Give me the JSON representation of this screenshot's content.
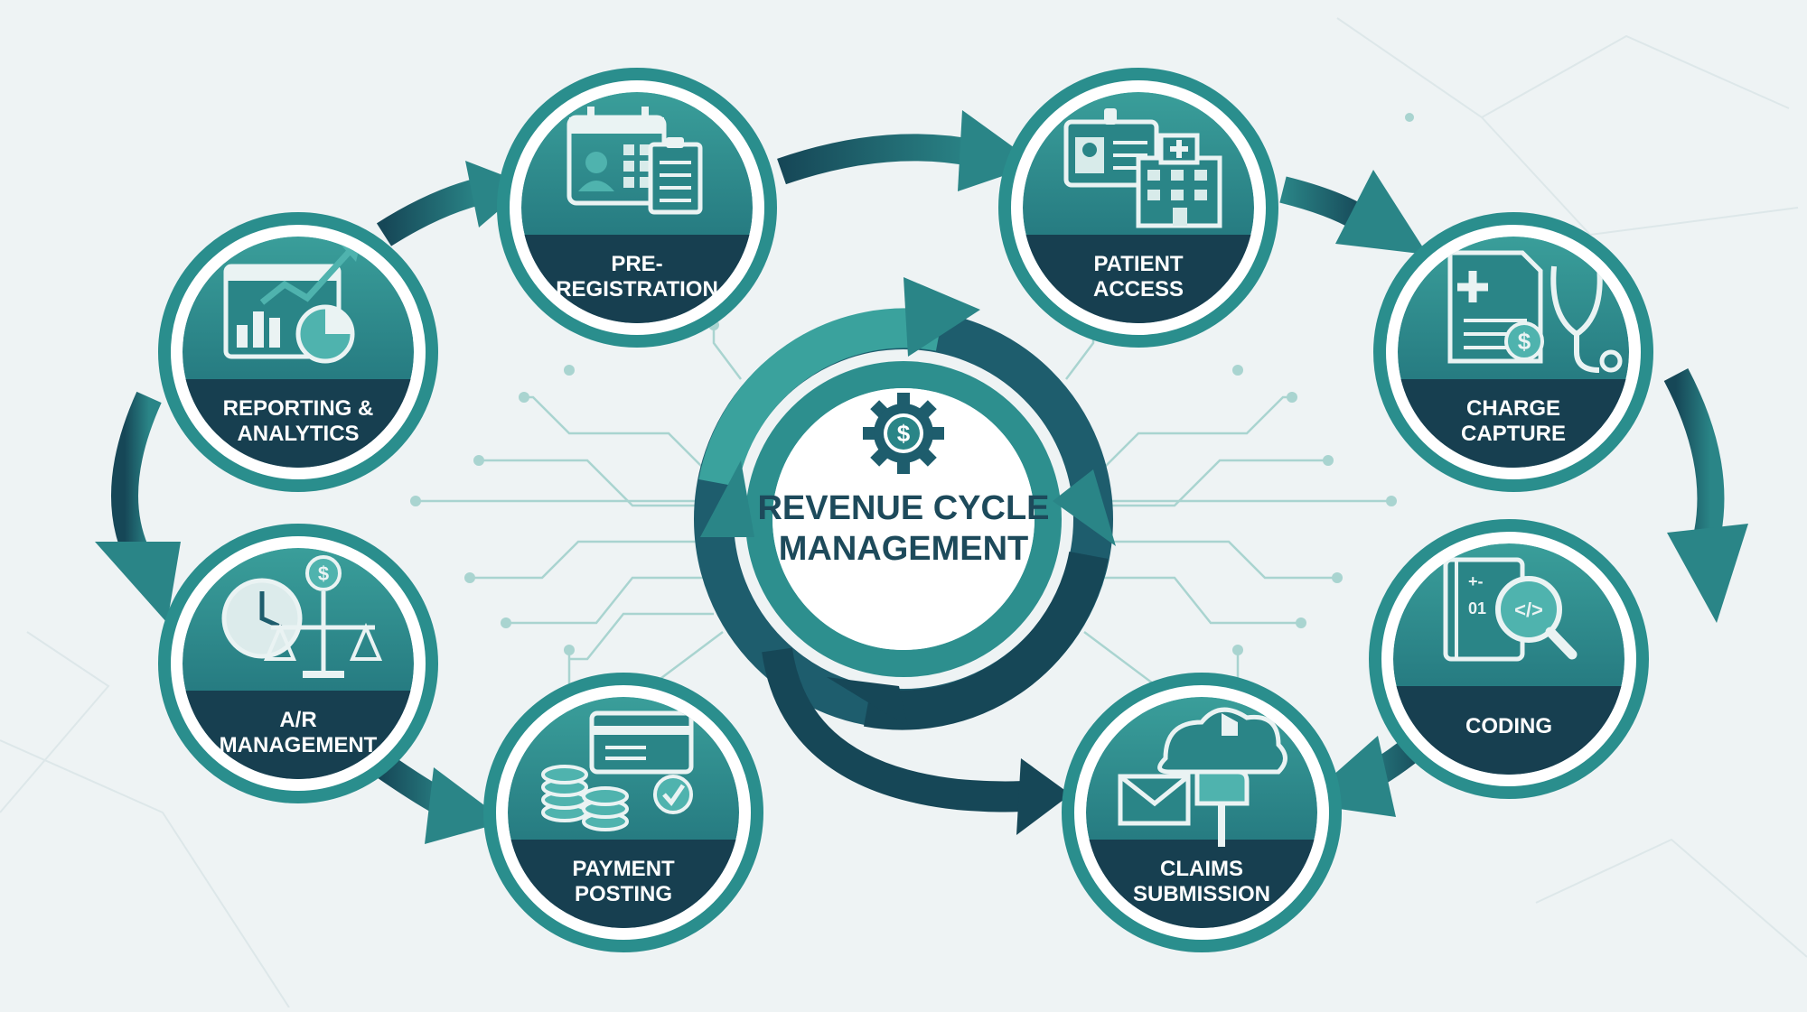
{
  "center": {
    "title_line1": "REVENUE CYCLE",
    "title_line2": "MANAGEMENT",
    "icon": "gear-dollar-icon"
  },
  "stages": [
    {
      "id": "pre-registration",
      "line1": "PRE-",
      "line2": "REGISTRATION",
      "icon": "calendar-clipboard-icon"
    },
    {
      "id": "patient-access",
      "line1": "PATIENT",
      "line2": "ACCESS",
      "icon": "id-card-hospital-icon"
    },
    {
      "id": "charge-capture",
      "line1": "CHARGE",
      "line2": "CAPTURE",
      "icon": "medical-bill-stethoscope-icon"
    },
    {
      "id": "coding",
      "line1": "CODING",
      "line2": "",
      "icon": "code-book-magnifier-icon"
    },
    {
      "id": "claims-submission",
      "line1": "CLAIMS",
      "line2": "SUBMISSION",
      "icon": "mail-cloud-icon"
    },
    {
      "id": "payment-posting",
      "line1": "PAYMENT",
      "line2": "POSTING",
      "icon": "coins-card-check-icon"
    },
    {
      "id": "ar-management",
      "line1": "A/R",
      "line2": "MANAGEMENT",
      "icon": "clock-scale-dollar-icon"
    },
    {
      "id": "reporting-analytics",
      "line1": "REPORTING &",
      "line2": "ANALYTICS",
      "icon": "dashboard-chart-icon"
    }
  ],
  "colors": {
    "background": "#eef3f4",
    "teal": "#2a8587",
    "teal_light": "#4fb3ae",
    "navy": "#164757",
    "ring": "#2a8e8d",
    "label_band": "#173f50",
    "white": "#ffffff"
  }
}
